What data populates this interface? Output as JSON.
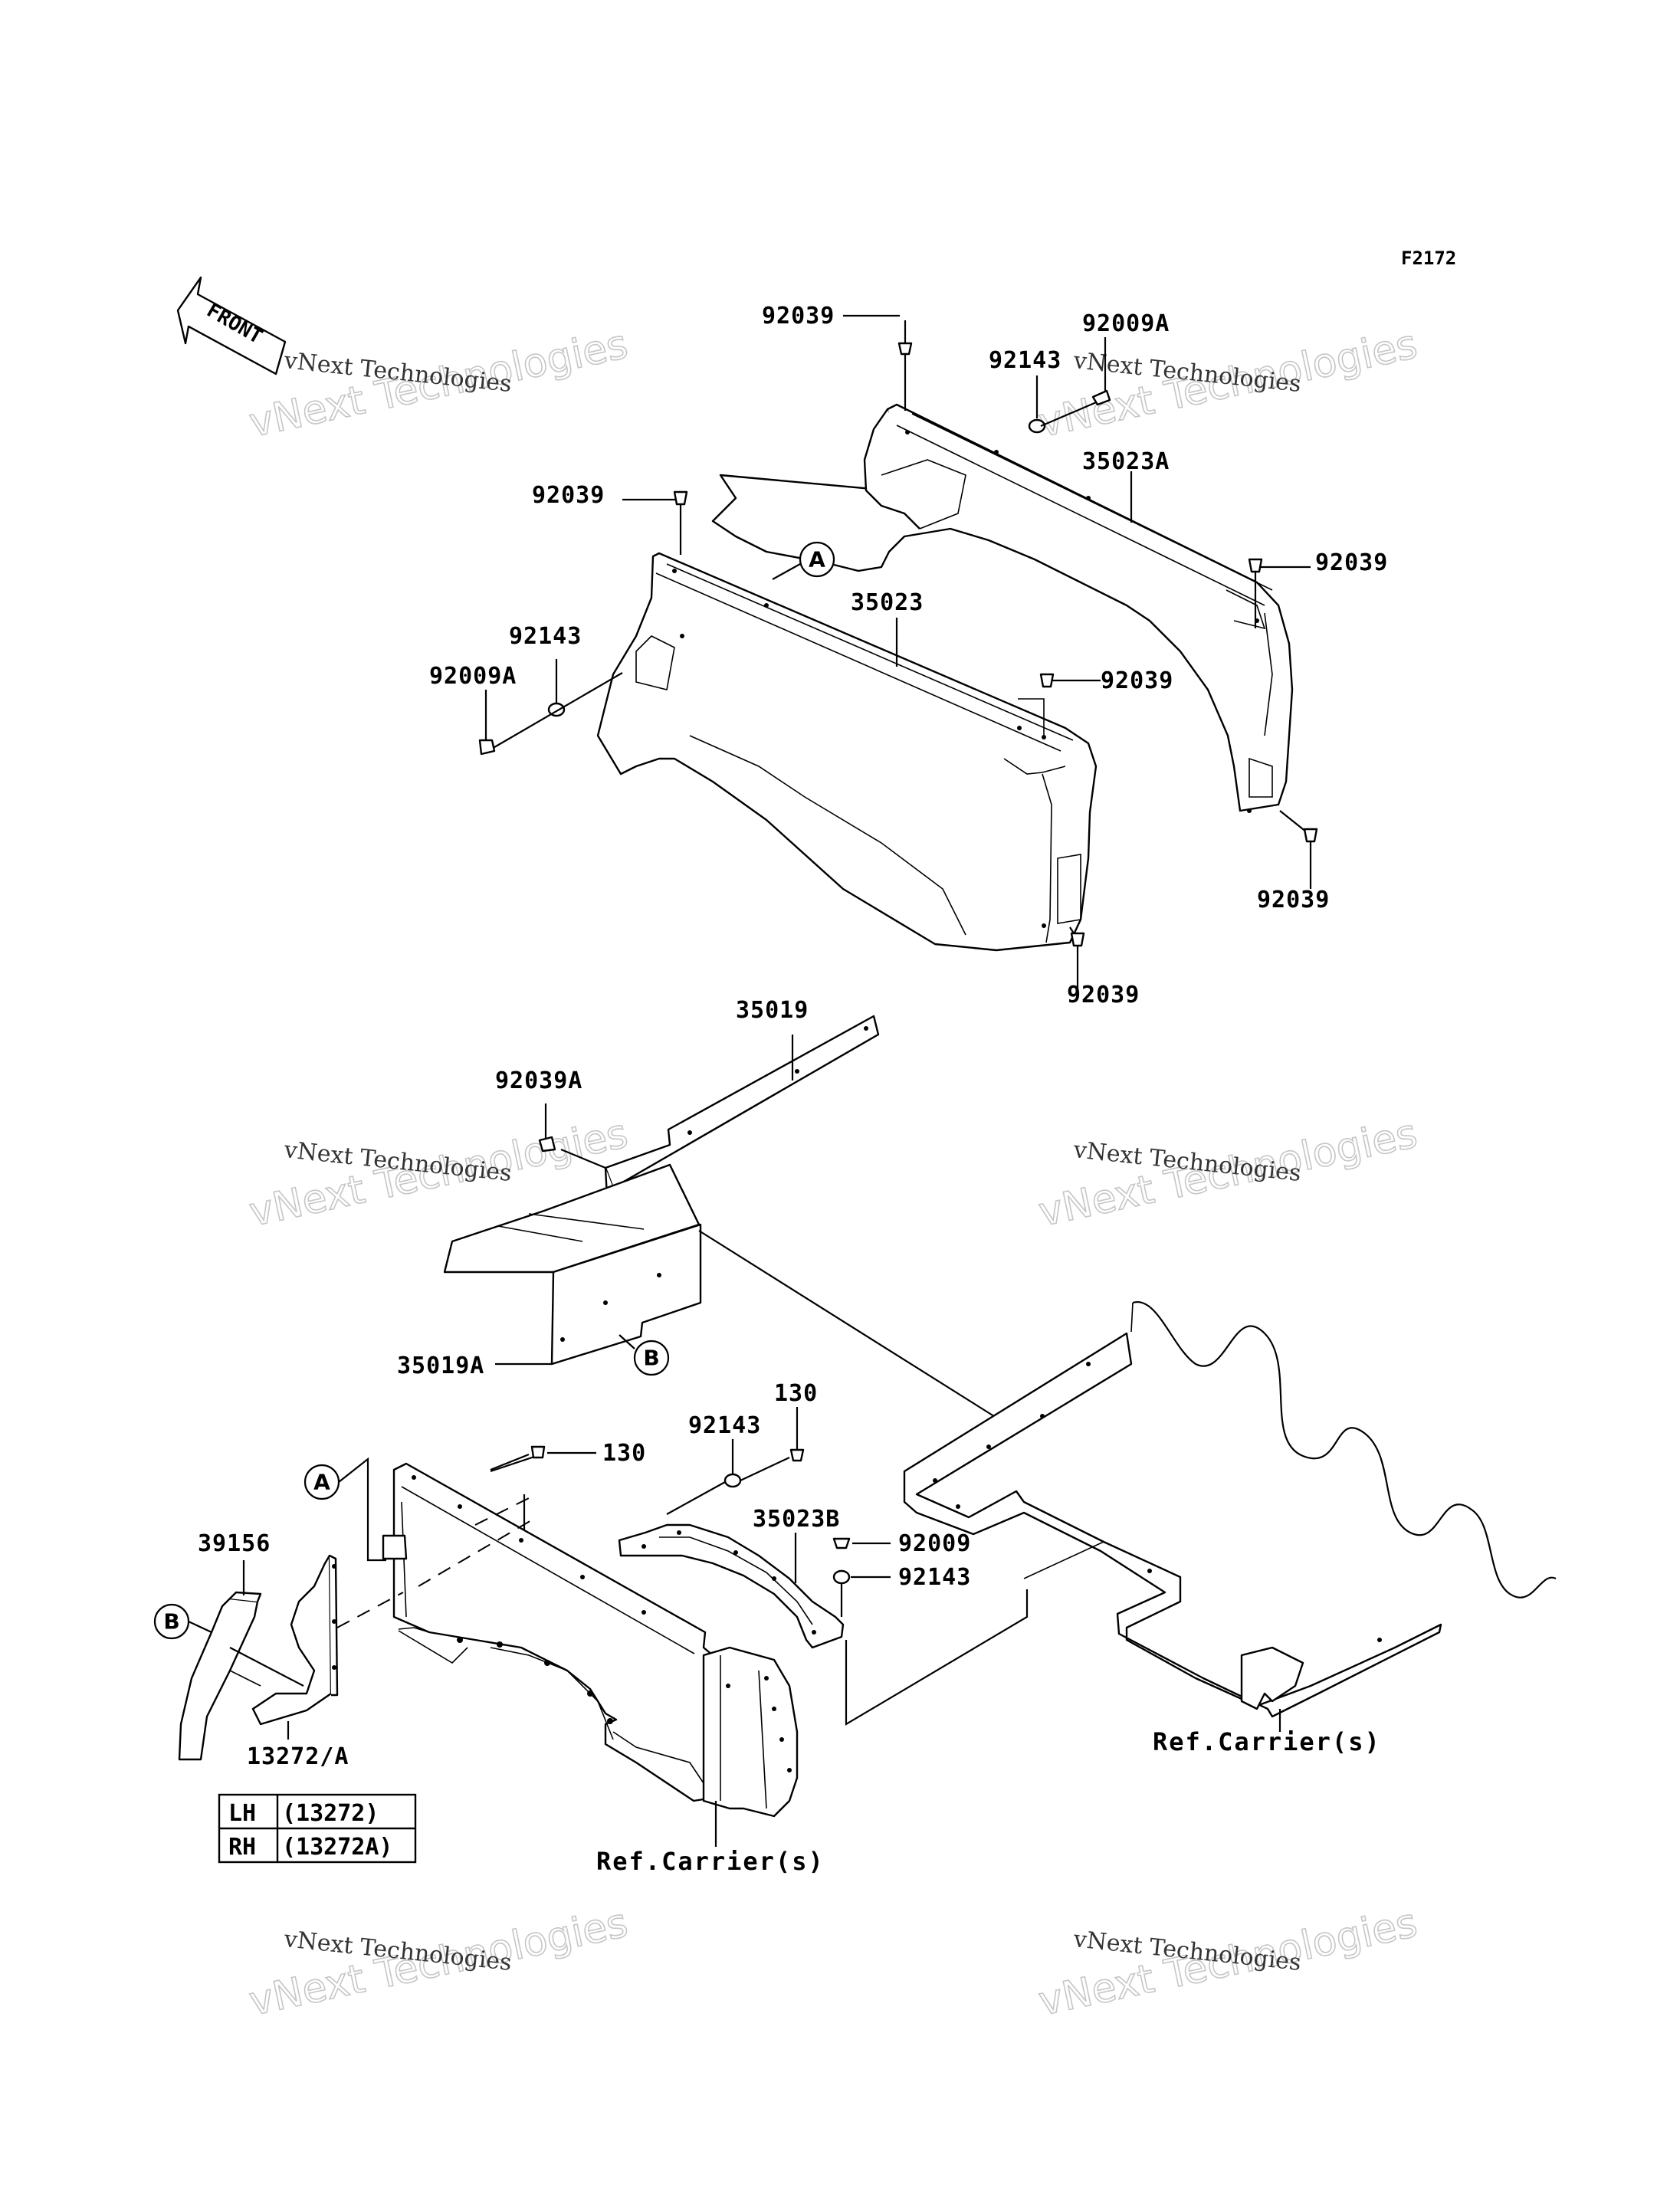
{
  "figure_id": "F2172",
  "front_label": "FRONT",
  "labels": {
    "p92039_top": "92039",
    "p92009A_top": "92009A",
    "p92143_top": "92143",
    "p35023A": "35023A",
    "p92039_rt1": "92039",
    "p92039_rt2": "92039",
    "p92039_left": "92039",
    "p35023": "35023",
    "p92143_left": "92143",
    "p92009A_left": "92009A",
    "p92039_mid": "92039",
    "p92039_bot": "92039",
    "p35019": "35019",
    "p92039A": "92039A",
    "p35019A": "35019A",
    "p130_a": "130",
    "p130_b": "130",
    "p92143_low": "92143",
    "p35023B": "35023B",
    "p92009": "92009",
    "p92143_low2": "92143",
    "p39156": "39156",
    "p13272A": "13272/A"
  },
  "callouts": {
    "a_upper": "A",
    "b_mid": "B",
    "a_lower": "A",
    "b_lower": "B"
  },
  "references": {
    "carrier_left": "Ref.Carrier(s)",
    "carrier_right": "Ref.Carrier(s)"
  },
  "side_table": {
    "rows": [
      {
        "side": "LH",
        "part": "(13272)"
      },
      {
        "side": "RH",
        "part": "(13272A)"
      }
    ]
  },
  "watermarks": {
    "small": "vNext Technologies",
    "large": "vNext Technologies"
  }
}
